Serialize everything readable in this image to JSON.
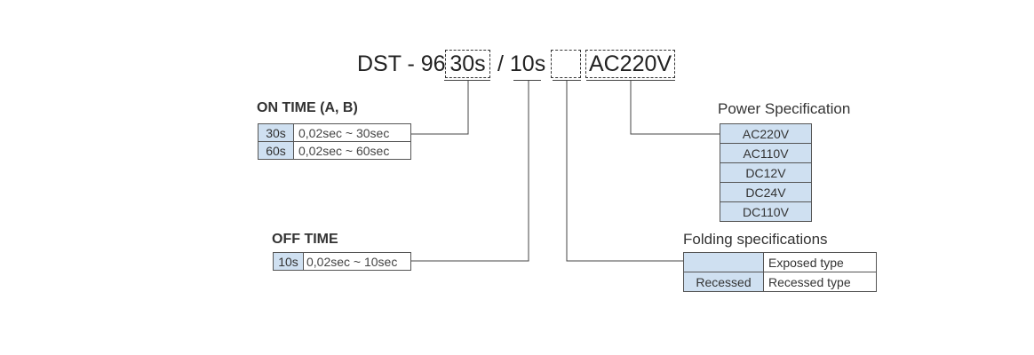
{
  "code": {
    "prefix": "DST - 96",
    "on_time": "30s",
    "separator": "/ 10s",
    "folding": "",
    "power": "AC220V"
  },
  "on_time": {
    "title": "ON TIME (A, B)",
    "rows": [
      {
        "code": "30s",
        "range": "0,02sec ~ 30sec"
      },
      {
        "code": "60s",
        "range": "0,02sec ~ 60sec"
      }
    ]
  },
  "off_time": {
    "title": "OFF TIME",
    "rows": [
      {
        "code": "10s",
        "range": "0,02sec ~ 10sec"
      }
    ]
  },
  "power": {
    "title": "Power Specification",
    "items": [
      "AC220V",
      "AC110V",
      "DC12V",
      "DC24V",
      "DC110V"
    ]
  },
  "folding": {
    "title": "Folding specifications",
    "rows": [
      {
        "code": "",
        "desc": "Exposed type"
      },
      {
        "code": "Recessed",
        "desc": "Recessed type"
      }
    ]
  },
  "colors": {
    "cell_blue": "#cfe0f1",
    "line": "#444444"
  }
}
